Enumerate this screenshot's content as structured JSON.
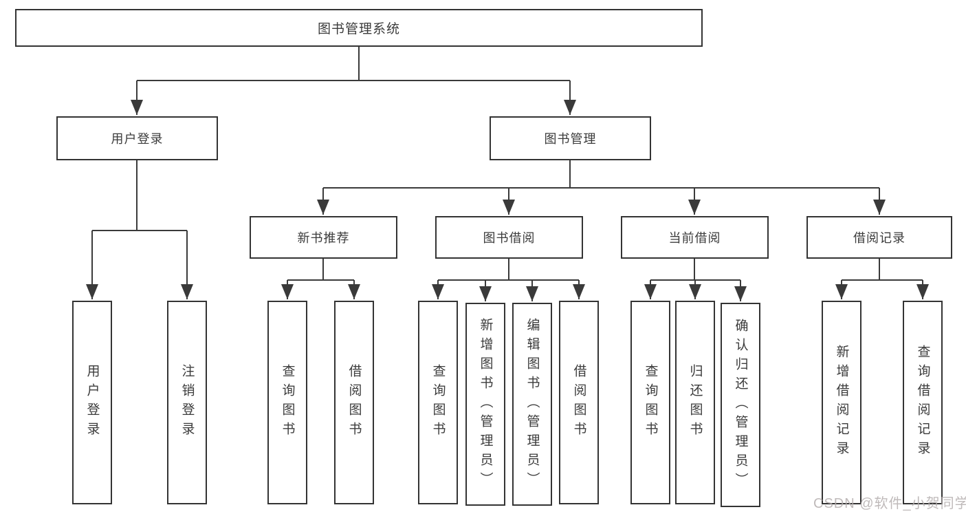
{
  "diagram": {
    "tree": {
      "label": "图书管理系统",
      "children": [
        {
          "label": "用户登录",
          "children": [
            {
              "label": "用户登录"
            },
            {
              "label": "注销登录"
            }
          ]
        },
        {
          "label": "图书管理",
          "children": [
            {
              "label": "新书推荐",
              "children": [
                {
                  "label": "查询图书"
                },
                {
                  "label": "借阅图书"
                }
              ]
            },
            {
              "label": "图书借阅",
              "children": [
                {
                  "label": "查询图书"
                },
                {
                  "label": "新增图书（管理员）"
                },
                {
                  "label": "编辑图书（管理员）"
                },
                {
                  "label": "借阅图书"
                }
              ]
            },
            {
              "label": "当前借阅",
              "children": [
                {
                  "label": "查询图书"
                },
                {
                  "label": "归还图书"
                },
                {
                  "label": "确认归还（管理员）"
                }
              ]
            },
            {
              "label": "借阅记录",
              "children": [
                {
                  "label": "新增借阅记录"
                },
                {
                  "label": "查询借阅记录"
                }
              ]
            }
          ]
        }
      ]
    }
  },
  "watermark": {
    "text": "CSDN @软件_小贺同学"
  },
  "colors": {
    "line": "#3a3a3a",
    "box-border": "#333333",
    "box-bg": "#ffffff",
    "text": "#3b3b3b",
    "watermark": "#b5aeae",
    "background": "#ffffff"
  }
}
